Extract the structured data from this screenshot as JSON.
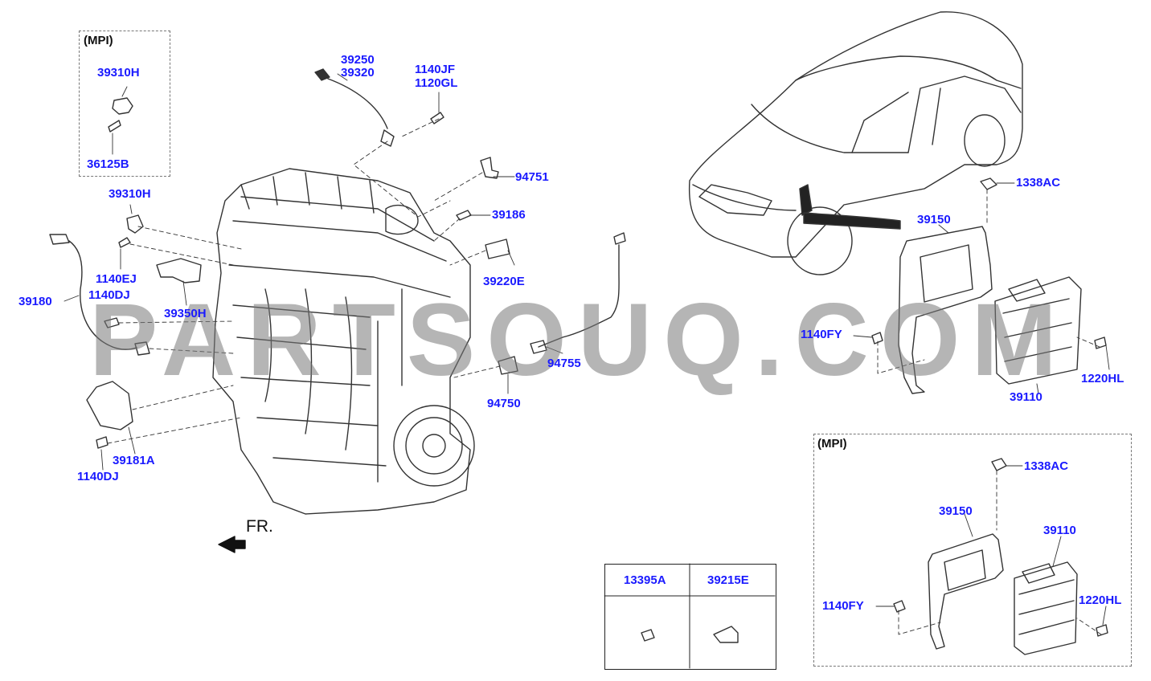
{
  "watermark": "PARTSOUQ.COM",
  "colors": {
    "label": "#1a1aff",
    "line": "#333333",
    "watermark": "#8c8c8c"
  },
  "groups": {
    "mpi_left": "(MPI)",
    "mpi_right": "(MPI)"
  },
  "direction": "FR.",
  "labels": {
    "p39310H_a": "39310H",
    "p36125B": "36125B",
    "p39250": "39250",
    "p39320": "39320",
    "p1140JF": "1140JF",
    "p1120GL": "1120GL",
    "p94751": "94751",
    "p39310H_b": "39310H",
    "p39186": "39186",
    "p39220E": "39220E",
    "p1140EJ": "1140EJ",
    "p1140DJ_a": "1140DJ",
    "p39180": "39180",
    "p39350H": "39350H",
    "p94755": "94755",
    "p94750": "94750",
    "p39181A": "39181A",
    "p1140DJ_b": "1140DJ",
    "p1338AC_a": "1338AC",
    "p39150_a": "39150",
    "p1140FY_a": "1140FY",
    "p1220HL_a": "1220HL",
    "p39110_a": "39110",
    "p1338AC_b": "1338AC",
    "p39150_b": "39150",
    "p39110_b": "39110",
    "p1140FY_b": "1140FY",
    "p1220HL_b": "1220HL"
  },
  "table": {
    "col1": "13395A",
    "col2": "39215E"
  }
}
